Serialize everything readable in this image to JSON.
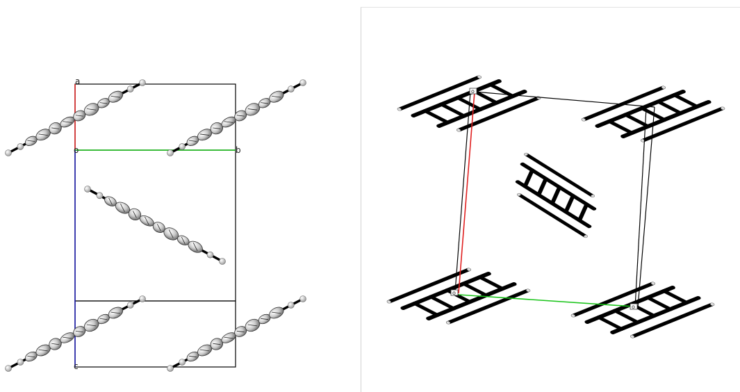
{
  "left_view": {
    "axis_labels": {
      "a": "a",
      "origin": "o",
      "b": "b",
      "c": "c"
    },
    "colors": {
      "a_axis": "#d42020",
      "b_axis": "#19c419",
      "c_axis": "#1a1aa8",
      "cell": "#000000",
      "atom": "#bdbdbd"
    }
  },
  "right_view": {
    "corner_labels": {
      "top_left": "o",
      "bottom_left": "o",
      "bottom_right": "o"
    },
    "colors": {
      "a_axis": "#e02020",
      "b_axis": "#19c419",
      "cell": "#000000",
      "bonds": "#000000"
    }
  }
}
